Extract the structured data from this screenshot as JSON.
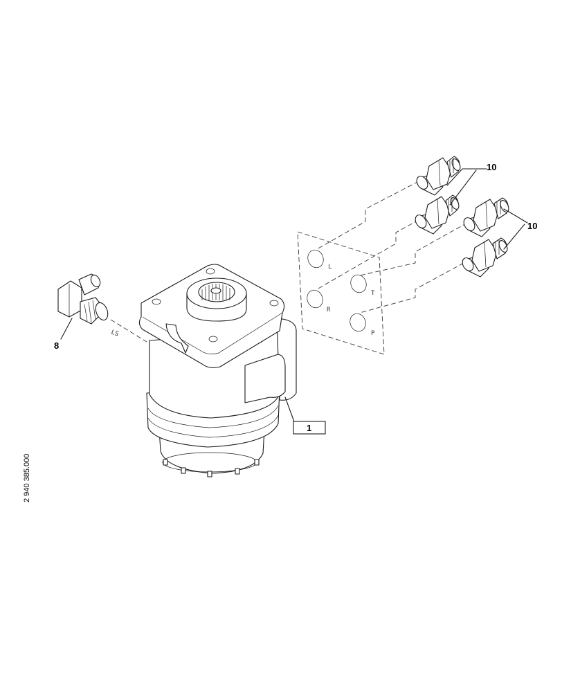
{
  "callouts": {
    "pump": "1",
    "ls_fitting": "8",
    "port_fittings_top": "10",
    "port_fittings_right": "10"
  },
  "port_labels": {
    "ls": "LS",
    "left": "L",
    "tank": "T",
    "right": "R",
    "pressure": "P"
  },
  "drawing_number": "2 940 385.000"
}
